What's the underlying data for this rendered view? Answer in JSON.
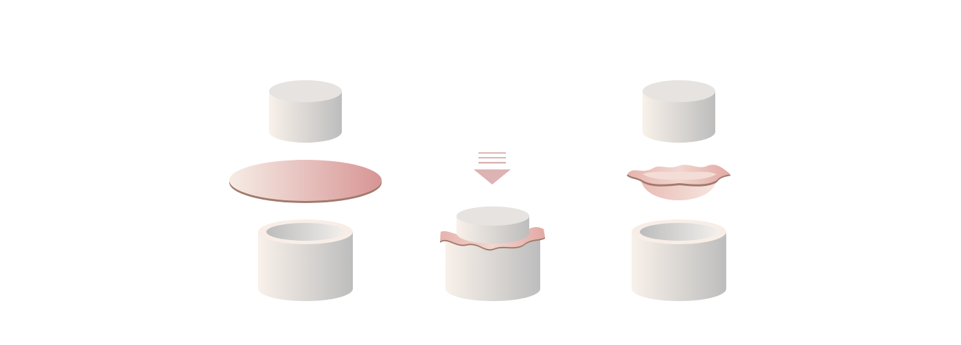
{
  "diagram": {
    "steps": [
      {
        "id": "before",
        "parts": [
          "plunger",
          "fabric-sheet",
          "ring-mold"
        ]
      },
      {
        "id": "pressing",
        "parts": [
          "press-arrow",
          "plunger",
          "ruffled-fabric",
          "ring-mold"
        ]
      },
      {
        "id": "after",
        "parts": [
          "plunger",
          "formed-fabric",
          "ring-mold"
        ]
      }
    ],
    "colors": {
      "cylinder_light": "#f9f1ea",
      "cylinder_dark": "#bdbdbd",
      "cylinder_top": "#e6e3e0",
      "fabric_light": "#f6ece5",
      "fabric_dark": "#d79595",
      "fabric_edge": "#9e7466",
      "arrow": "#deb3b3"
    }
  }
}
